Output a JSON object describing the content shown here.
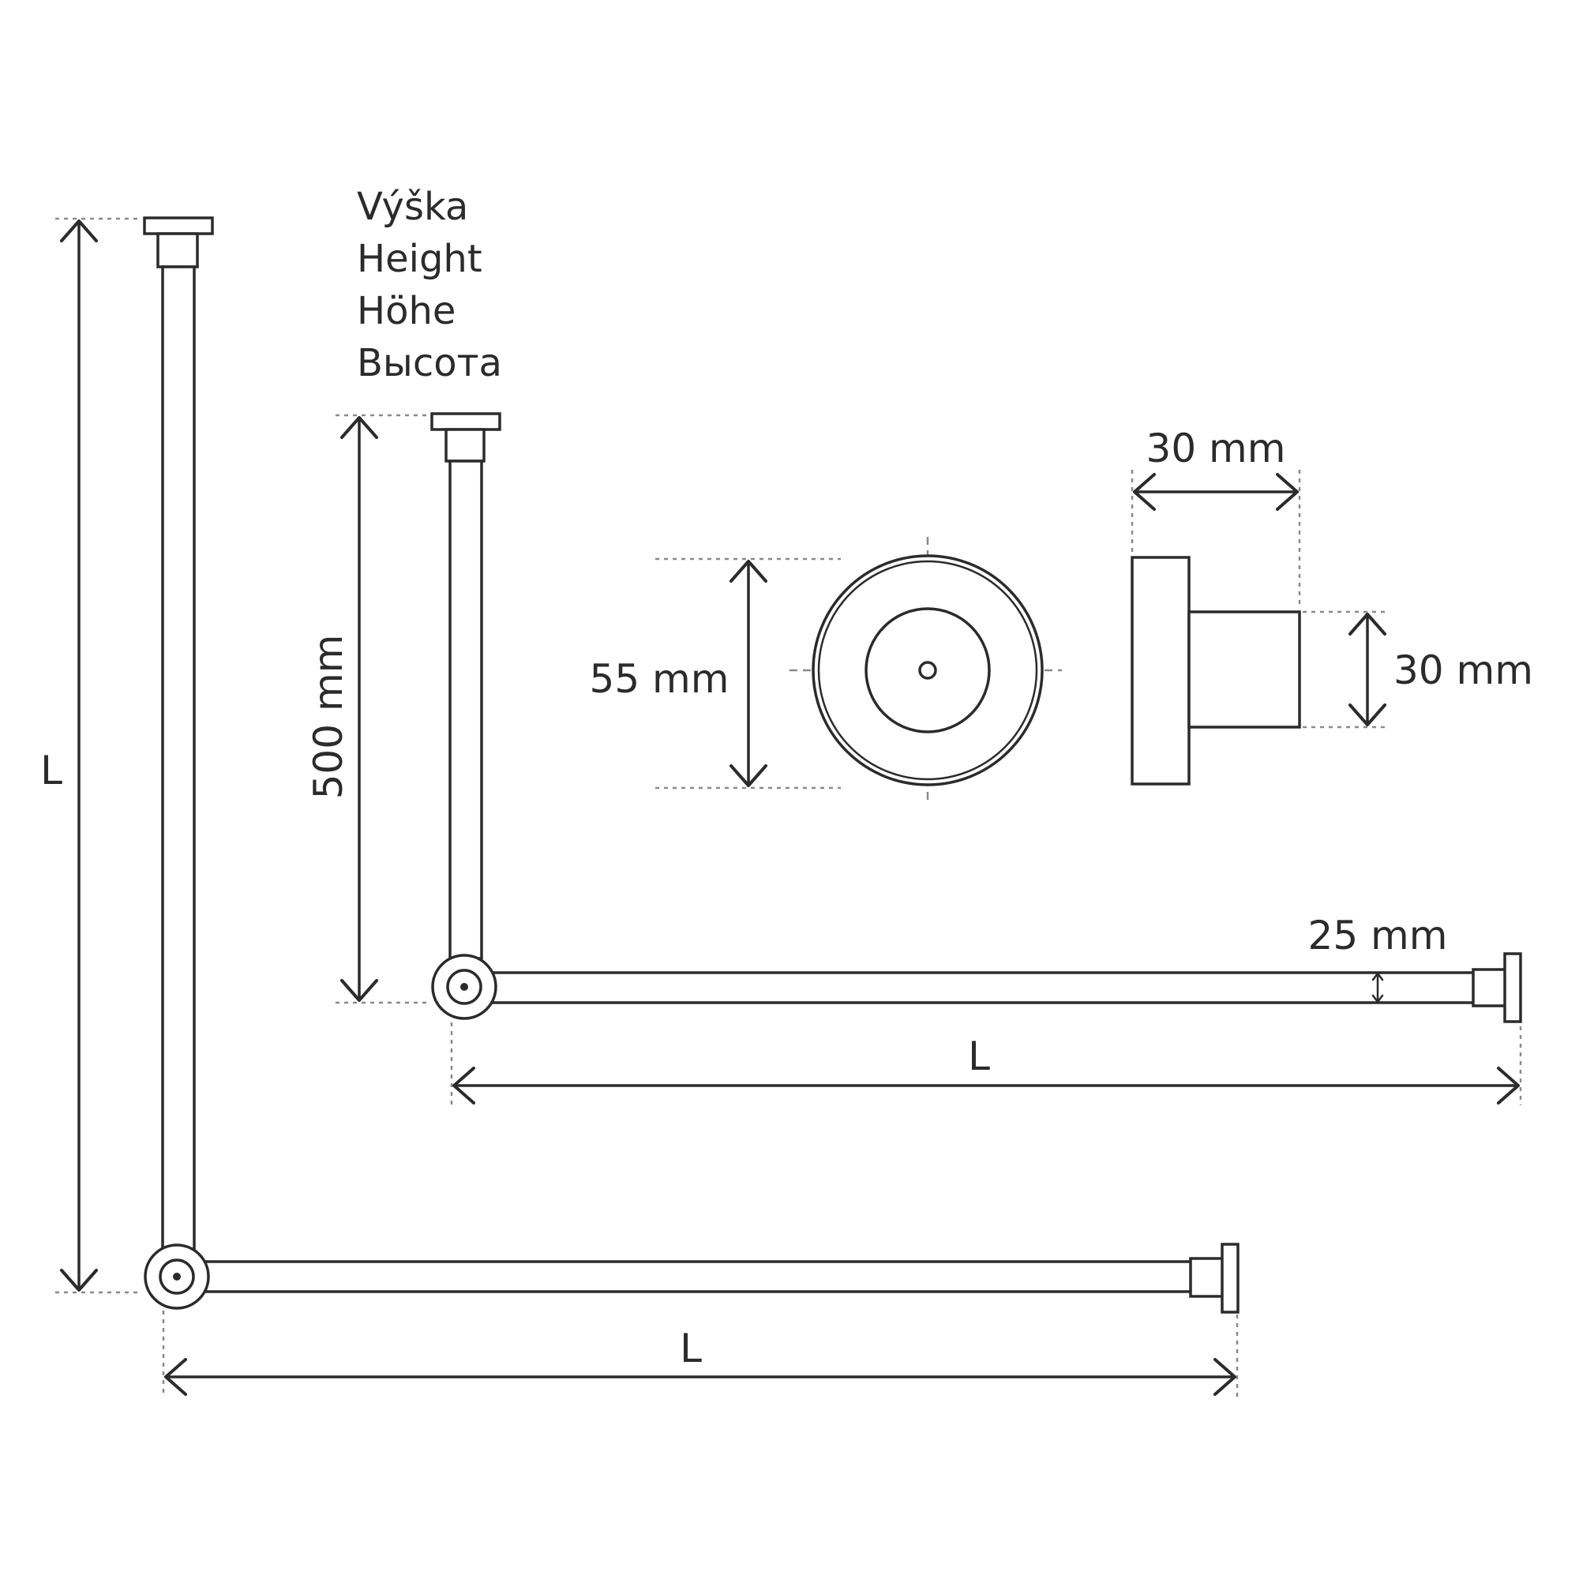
{
  "height_label": {
    "lines": [
      "Výška",
      "Height",
      "Höhe",
      "Высота"
    ]
  },
  "dimensions": {
    "large_height": "L",
    "large_length": "L",
    "small_height": "500 mm",
    "small_length": "L",
    "tube_diameter": "25 mm",
    "base_diameter": "55 mm",
    "side_width": "30 mm",
    "side_height": "30 mm"
  }
}
